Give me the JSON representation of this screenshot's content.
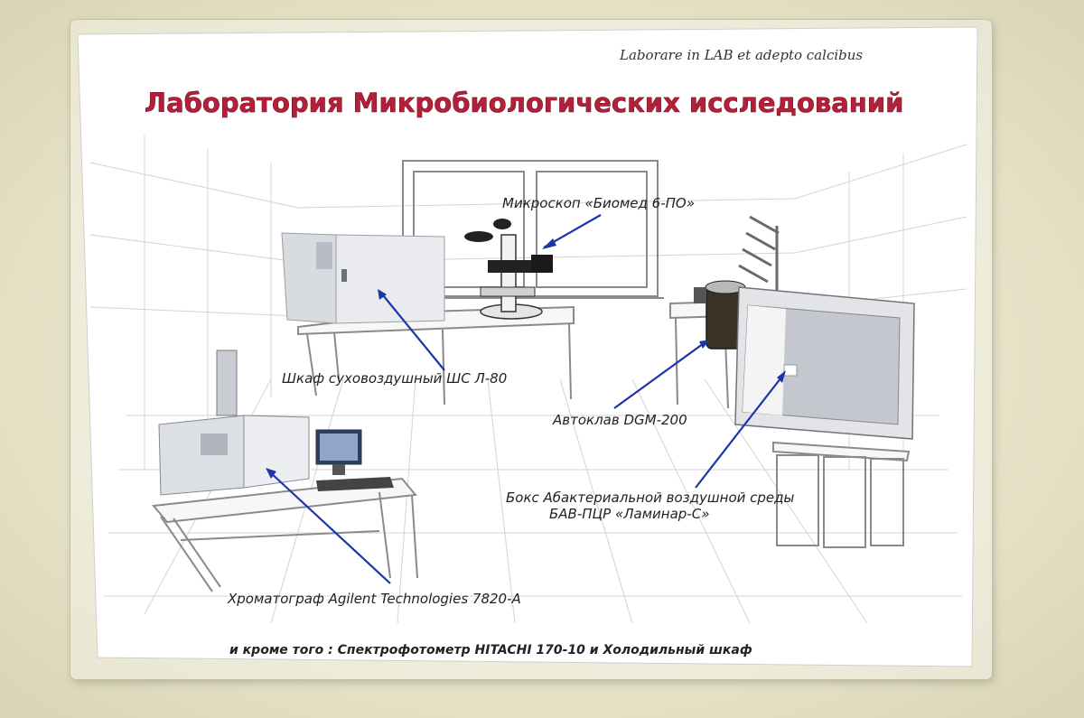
{
  "motto": "Laborare in LAB et adepto calcibus",
  "title": "Лаборатория Микробиологических исследований",
  "labels": {
    "microscope": "Микроскоп «Биомед 6-ПО»",
    "drying_cabinet": "Шкаф суховоздушный ШС Л-80",
    "autoclave": "Автоклав DGM-200",
    "box_line1": "Бокс Абактериальной воздушной среды",
    "box_line2": "БАВ-ПЦР «Ламинар-С»",
    "chromatograph": "Хроматограф Agilent Technologies 7820-A"
  },
  "footer": "и кроме того : Спектрофотометр HITACHI 170-10 и Холодильный шкаф",
  "colors": {
    "title": "#b3203a",
    "arrow": "#1c35a8",
    "wall": "#e9e6cf",
    "poster": "#ffffff"
  }
}
